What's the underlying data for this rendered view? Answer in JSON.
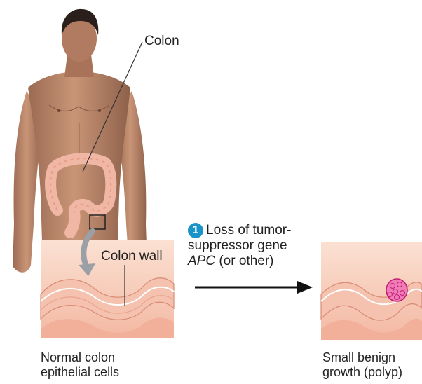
{
  "labels": {
    "colon": "Colon",
    "colon_wall": "Colon wall"
  },
  "step": {
    "number": "1",
    "line1": "Loss of tumor-",
    "line2": "suppressor gene",
    "gene": "APC",
    "line3_rest": " (or other)"
  },
  "captions": {
    "left_line1": "Normal colon",
    "left_line2": "epithelial cells",
    "right_line1": "Small benign",
    "right_line2": "growth (polyp)"
  },
  "colors": {
    "skin": "#b9836a",
    "hair": "#2a1f1a",
    "colon": "#f0b7a4",
    "tissue": "#f6cbb8",
    "polyp": "#e0338f",
    "step_badge": "#1b95c9",
    "arrow": "#111111"
  }
}
